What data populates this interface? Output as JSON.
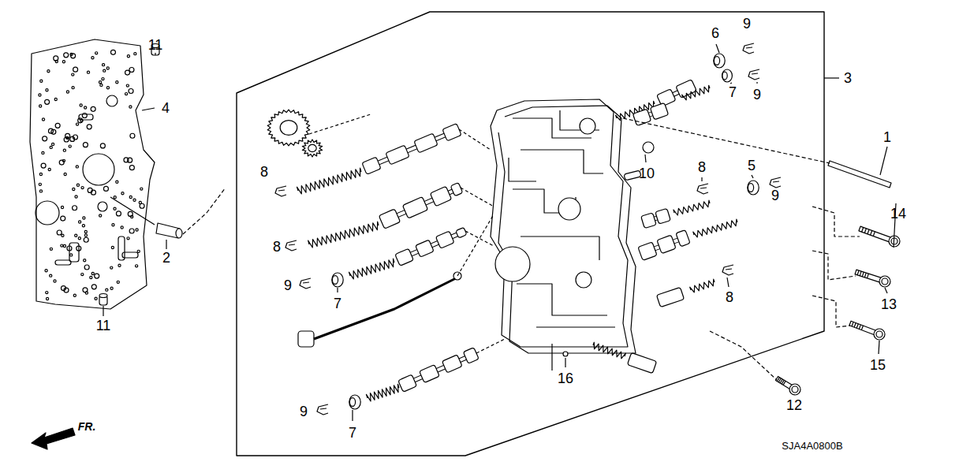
{
  "diagram": {
    "labels": [
      "11",
      "4",
      "2",
      "11",
      "6",
      "9",
      "9",
      "7",
      "3",
      "1",
      "10",
      "8",
      "8",
      "5",
      "9",
      "14",
      "8",
      "9",
      "7",
      "13",
      "8",
      "15",
      "16",
      "12",
      "9",
      "7",
      "FR.",
      "SJA4A0800B"
    ]
  }
}
